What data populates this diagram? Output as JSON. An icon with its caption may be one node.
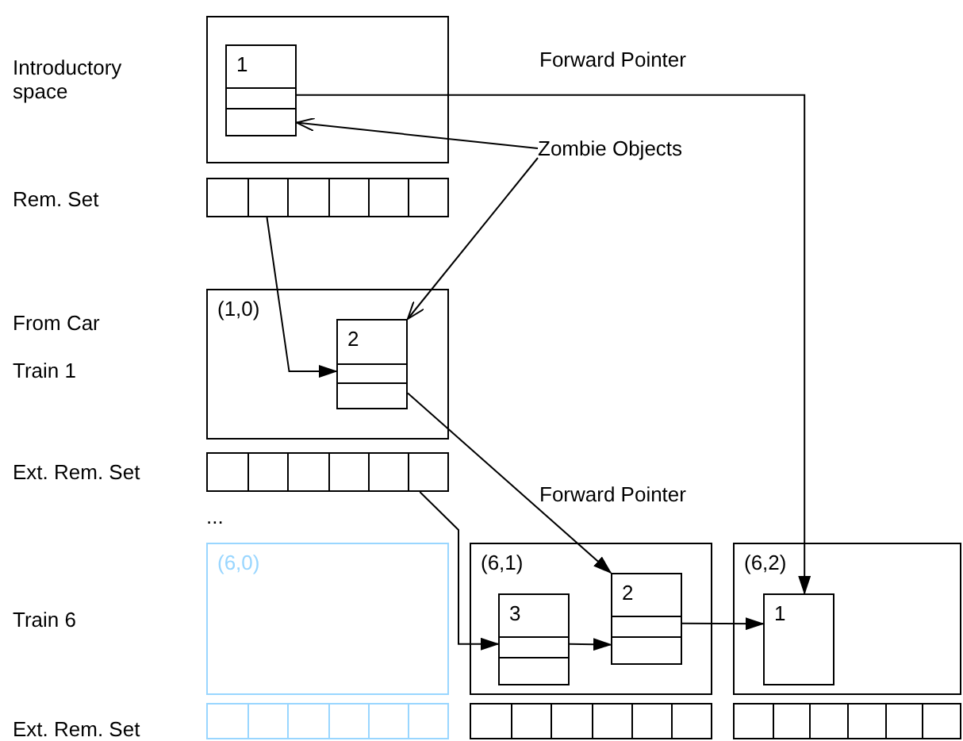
{
  "diagram": {
    "nodes": [
      {
        "text": [],
        "shape": "box"
      },
      {
        "text": [
          "1"
        ],
        "in": 0
      },
      {
        "text": [],
        "shape": "bar"
      },
      {
        "text": [
          "(1,0)"
        ]
      },
      {
        "text": [
          "2"
        ],
        "in": 3
      },
      {
        "text": [],
        "shape": "bar"
      },
      {
        "text": [
          "(6,0)"
        ]
      },
      {
        "text": [
          "(6,1)"
        ]
      },
      {
        "text": [
          "3"
        ],
        "in": 7
      },
      {
        "text": [
          "2"
        ],
        "in": 7
      },
      {
        "text": [
          "(6,2)"
        ]
      },
      {
        "text": [
          "1"
        ],
        "in": 10
      },
      {
        "text": [],
        "shape": "bar"
      },
      {
        "text": [],
        "shape": "bar"
      },
      {
        "text": [],
        "shape": "bar"
      },
      {
        "text": [
          "Zombie Objects"
        ]
      }
    ],
    "edges": [
      {
        "from": 1,
        "to": 11,
        "arrow": "to",
        "label": "Forward Pointer"
      },
      {
        "from": 15,
        "to": 1,
        "arrow": "to"
      },
      {
        "from": 15,
        "to": 4,
        "arrow": "to"
      },
      {
        "from": 2,
        "to": 4,
        "arrow": "to"
      },
      {
        "from": 4,
        "to": 9,
        "arrow": "to",
        "label": "Forward Pointer"
      },
      {
        "from": 5,
        "to": 8,
        "arrow": "to"
      },
      {
        "from": 8,
        "to": 9,
        "arrow": "to"
      },
      {
        "from": 9,
        "to": 11,
        "arrow": "to"
      }
    ],
    "labels": [
      "Introductory space",
      "Rem. Set",
      "From Car",
      "Train 1",
      "Ext. Rem. Set",
      "...",
      "Train 6",
      "Ext. Rem. Set"
    ]
  }
}
